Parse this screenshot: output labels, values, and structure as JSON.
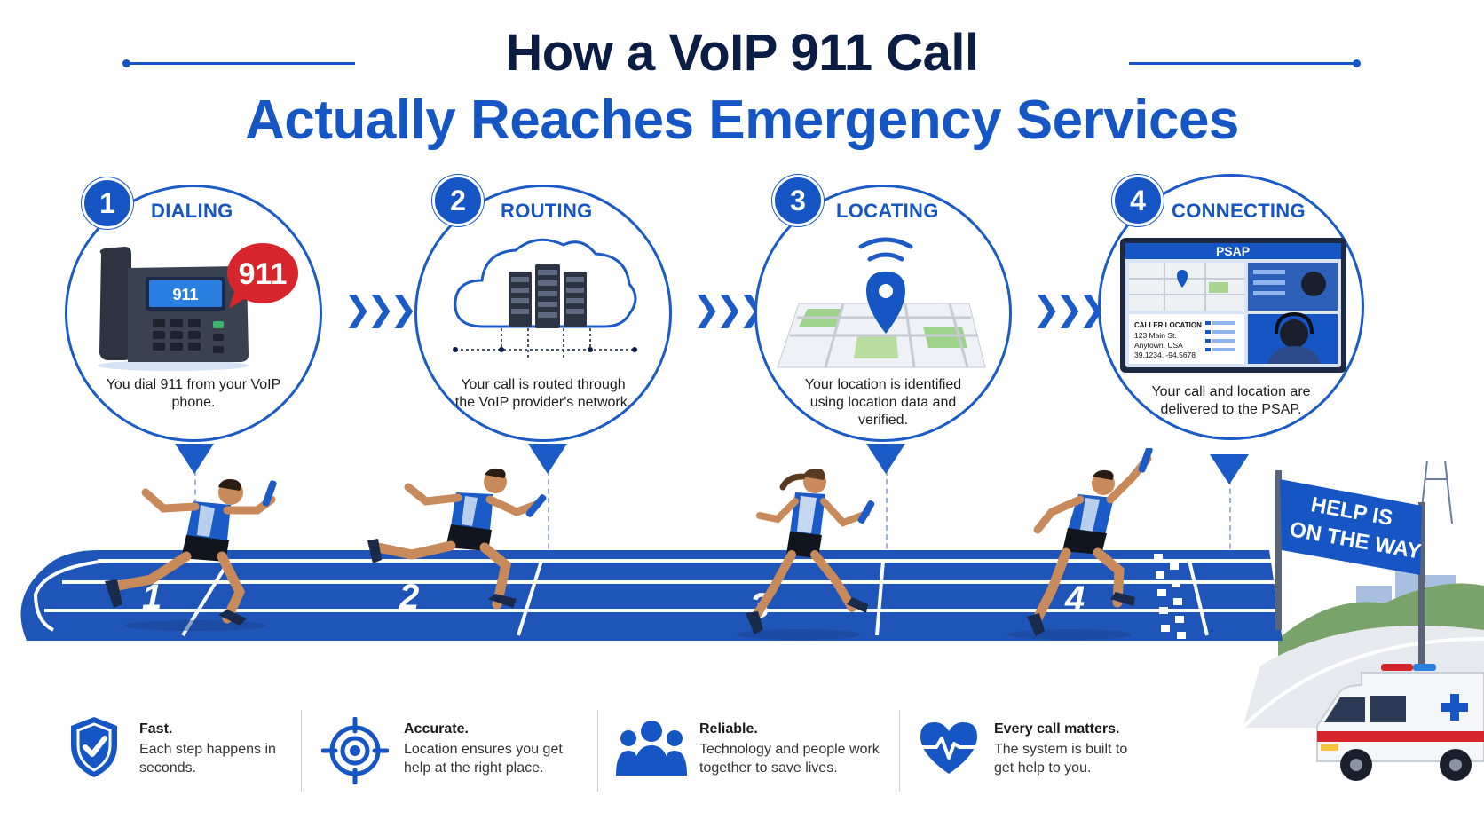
{
  "title": {
    "line1": "How a VoIP 911 Call",
    "line2": "Actually Reaches Emergency Services"
  },
  "steps": [
    {
      "number": "1",
      "label": "DIALING",
      "description": "You dial 911 from your VoIP phone.",
      "phone_screen": "911",
      "badge": "911"
    },
    {
      "number": "2",
      "label": "ROUTING",
      "description": "Your call is routed through the VoIP provider's network."
    },
    {
      "number": "3",
      "label": "LOCATING",
      "description": "Your location is identified using location data and verified."
    },
    {
      "number": "4",
      "label": "CONNECTING",
      "description": "Your call and location are delivered to the PSAP.",
      "screen": {
        "header": "PSAP",
        "caller_title": "CALLER LOCATION",
        "address1": "123 Main St.",
        "address2": "Anytown, USA",
        "coords": "39.1234, -94.5678"
      }
    }
  ],
  "track_lanes": [
    "1",
    "2",
    "3",
    "4"
  ],
  "banner": {
    "line1": "HELP IS",
    "line2": "ON THE WAY"
  },
  "features": [
    {
      "title": "Fast.",
      "description": "Each step happens in seconds.",
      "icon": "shield-check-icon"
    },
    {
      "title": "Accurate.",
      "description": "Location ensures you get help at the right place.",
      "icon": "target-icon"
    },
    {
      "title": "Reliable.",
      "description": "Technology and people work together to save lives.",
      "icon": "people-icon"
    },
    {
      "title": "Every call matters.",
      "description": "The system is built to get help to you.",
      "icon": "heart-pulse-icon"
    }
  ],
  "colors": {
    "primary": "#1556c4",
    "navy": "#0b1d44",
    "alert_red": "#d7262b",
    "track_blue": "#1f55b8"
  }
}
